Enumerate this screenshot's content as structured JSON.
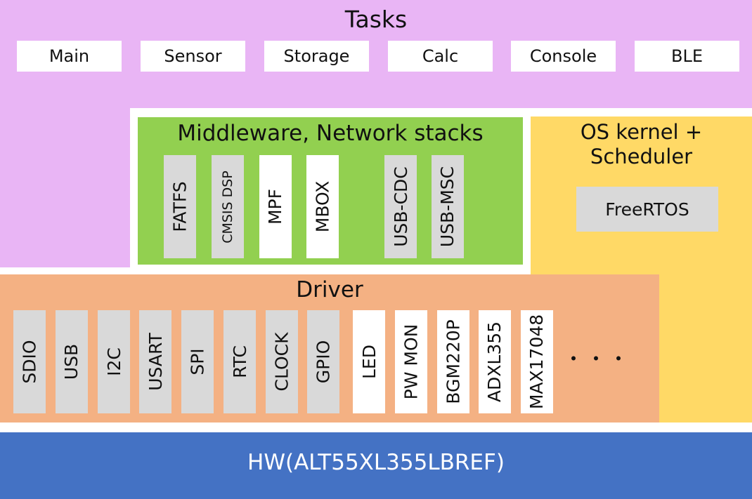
{
  "tasks": {
    "title": "Tasks",
    "items": [
      "Main",
      "Sensor",
      "Storage",
      "Calc",
      "Console",
      "BLE"
    ]
  },
  "middleware": {
    "title": "Middleware, Network stacks",
    "items": [
      "FATFS",
      "CMSIS DSP",
      "MPF",
      "MBOX",
      "USB-CDC",
      "USB-MSC"
    ]
  },
  "os": {
    "title_line1": "OS kernel +",
    "title_line2": "Scheduler",
    "item": "FreeRTOS"
  },
  "driver": {
    "title": "Driver",
    "items": [
      "SDIO",
      "USB",
      "I2C",
      "USART",
      "SPI",
      "RTC",
      "CLOCK",
      "GPIO",
      "LED",
      "PW MON",
      "BGM220P",
      "ADXL355",
      "MAX17048"
    ],
    "ellipsis": "・・・"
  },
  "hw": {
    "label": "HW(ALT55XL355LBREF)"
  },
  "colors": {
    "tasks": "#e9b5f5",
    "middleware": "#92d050",
    "os": "#ffd966",
    "driver": "#f4b183",
    "hw": "#4472c4",
    "gray_box": "#d9d9d9",
    "white_box": "#ffffff"
  }
}
